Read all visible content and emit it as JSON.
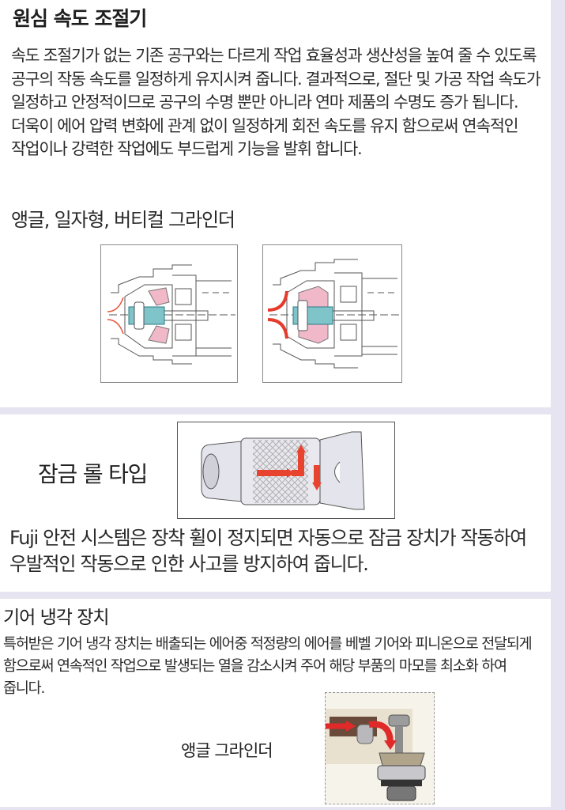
{
  "section_speed_regulator": {
    "title": "원심 속도 조절기",
    "body": "속도 조절기가 없는 기존 공구와는 다르게 작업 효율성과 생산성을 높여 줄 수 있도록 공구의 작동 속도를 일정하게 유지시켜 줍니다. 결과적으로, 절단 및 가공 작업 속도가 일정하고 안정적이므로 공구의 수명 뿐만 아니라 연마 제품의 수명도 증가 됩니다. 더욱이 에어 압력 변화에 관계 없이 일정하게 회전 속도를 유지 함으로써 연속적인 작업이나 강력한 작업에도 부드럽게 기능을 발휘 합니다.",
    "subtitle": "앵글, 일자형, 버티컬 그라인더",
    "diagrams": [
      {
        "name": "governor-open-diagram",
        "accent": "#f0b8c8",
        "arrow_color": "#e8553a"
      },
      {
        "name": "governor-closed-diagram",
        "accent": "#f0b8c8",
        "arrow_color": "#e53b2c"
      }
    ]
  },
  "section_lock_roll": {
    "label": "잠금 롤 타입",
    "body": "Fuji 안전 시스템은 장착 휠이 정지되면 자동으로 잠금 장치가 작동하여 우발적인 작동으로 인한 사고를 방지하여 줍니다.",
    "arrow_color": "#e8432e"
  },
  "section_gear_cooling": {
    "title": "기어 냉각 장치",
    "body": "특허받은 기어 냉각 장치는 배출되는 에어중 적정량의 에어를 베벨 기어와 피니온으로 전달되게 함으로써 연속적인 작업으로 발생되는 열을 감소시켜 주어 해당 부품의 마모를 최소화 하여 줍니다.",
    "image_label": "앵글 그라인더",
    "arrow_color": "#e02a2a"
  },
  "colors": {
    "page_background": "#e6e4f0",
    "panel_background": "#ffffff"
  }
}
